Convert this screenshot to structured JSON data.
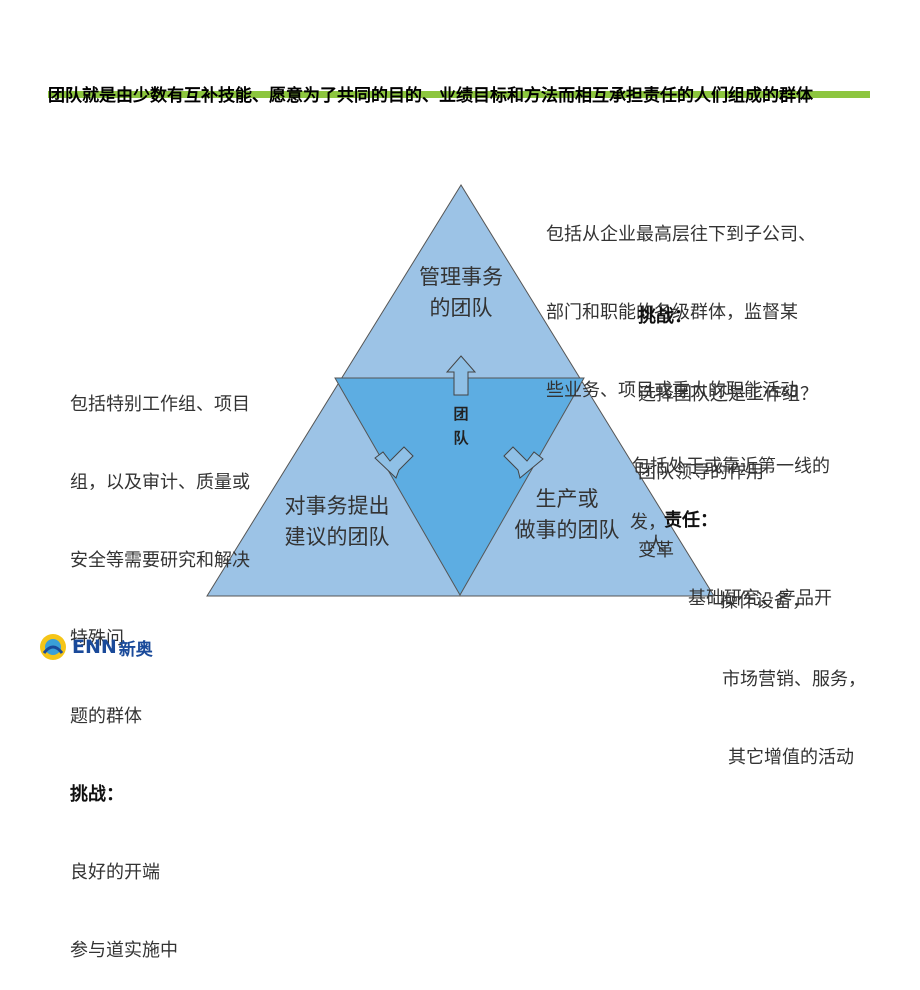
{
  "header": {
    "title": "团队就是由少数有互补技能、愿意为了共同的目的、业绩目标和方法而相互承担责任的人们组成的群体"
  },
  "triangle": {
    "top_label": [
      "管理事务",
      "的团队"
    ],
    "left_label": [
      "对事务提出",
      "建议的团队"
    ],
    "right_label": [
      "生产或",
      "做事的团队"
    ],
    "core_label": [
      "团",
      "队"
    ],
    "fill_color": "#9cc3e6",
    "core_color": "#5dade2"
  },
  "top_desc": {
    "lines": [
      "包括从企业最高层往下到子公司、",
      "部门和职能的各级群体，监督某",
      "些业务、项目或重大的职能活动"
    ],
    "challenge_label": "挑战：",
    "challenge_lines": [
      "选择团队还是工作组？",
      "团队领导的作用",
      "变革"
    ]
  },
  "left_desc": {
    "lines": [
      "包括特别工作组、项目",
      "组，以及审计、质量或",
      "安全等需要研究和解决",
      "特殊问",
      "题的群体"
    ],
    "challenge_label": "挑战：",
    "challenge_lines": [
      "良好的开端",
      "参与道实施中"
    ]
  },
  "right_desc": {
    "lines": [
      "包括处于或靠近第一线的",
      "人"
    ],
    "resp_label": "责任：",
    "resp_lines": [
      "基础研究、产品开",
      "发，"
    ],
    "extra_lines": [
      "操作设备，",
      "市场营销、服务，",
      "其它增值的活动"
    ]
  },
  "logo": {
    "text": "ENN",
    "cn": "新奥"
  }
}
